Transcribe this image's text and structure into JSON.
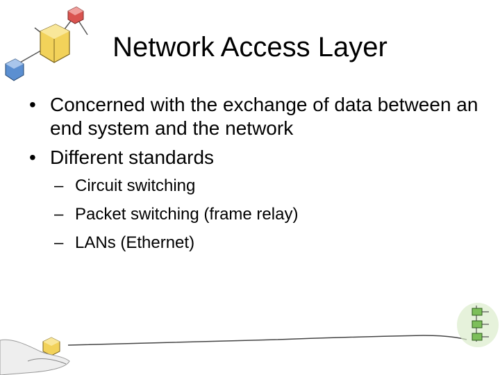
{
  "slide": {
    "title": "Network Access Layer",
    "bullets": [
      {
        "marker": "•",
        "text": "Concerned with the exchange of data between an end system and the network"
      },
      {
        "marker": "•",
        "text": "Different standards"
      }
    ],
    "sub_bullets": [
      {
        "marker": "–",
        "text": "Circuit switching"
      },
      {
        "marker": "–",
        "text": "Packet switching (frame relay)"
      },
      {
        "marker": "–",
        "text": "LANs (Ethernet)"
      }
    ]
  },
  "decorations": {
    "icons": [
      "network-nodes-clipart-icon",
      "hand-holding-cube-icon",
      "stacked-boxes-clipart-icon"
    ],
    "colors": {
      "yellow_cube": "#f2d25a",
      "red_cube": "#d9534f",
      "blue_cube": "#5b8fd1",
      "green_boxes": "#7dbf5a",
      "line": "#444444"
    }
  }
}
